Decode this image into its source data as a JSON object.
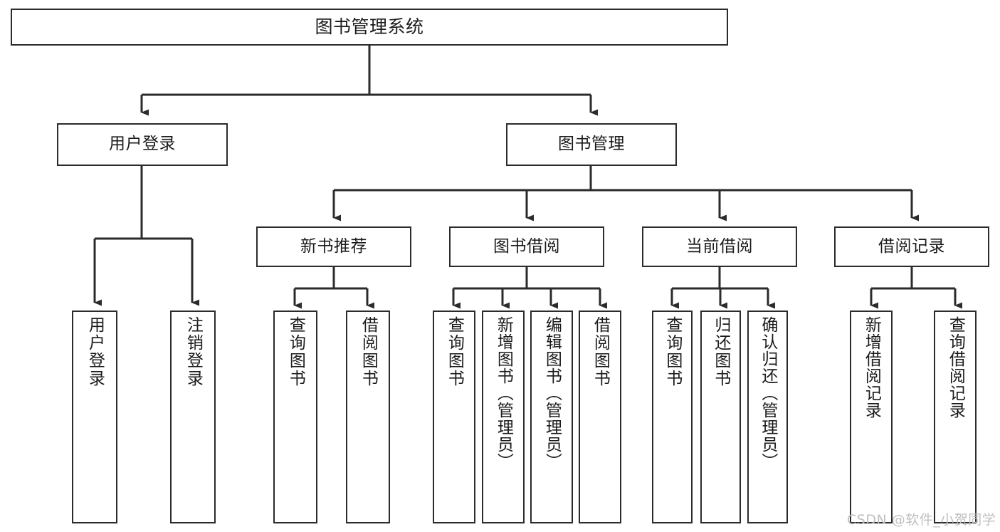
{
  "diagram": {
    "title": "图书管理系统",
    "root": {
      "label": "图书管理系统"
    },
    "level1": [
      {
        "label": "用户登录"
      },
      {
        "label": "图书管理"
      }
    ],
    "level2": [
      {
        "label": "新书推荐"
      },
      {
        "label": "图书借阅"
      },
      {
        "label": "当前借阅"
      },
      {
        "label": "借阅记录"
      }
    ],
    "leaves": {
      "user_login": [
        {
          "label": "用户登录"
        },
        {
          "label": "注销登录"
        }
      ],
      "new_book": [
        {
          "label": "查询图书"
        },
        {
          "label": "借阅图书"
        }
      ],
      "book_borrow": [
        {
          "label": "查询图书"
        },
        {
          "label": "新增图书（管理员）"
        },
        {
          "label": "编辑图书（管理员）"
        },
        {
          "label": "借阅图书"
        }
      ],
      "current_borrow": [
        {
          "label": "查询图书"
        },
        {
          "label": "归还图书"
        },
        {
          "label": "确认归还（管理员）"
        }
      ],
      "borrow_record": [
        {
          "label": "新增借阅记录"
        },
        {
          "label": "查询借阅记录"
        }
      ]
    }
  },
  "watermark": {
    "text": "CSDN @软件_小贺同学"
  },
  "colors": {
    "stroke": "#2b2b2b",
    "text": "#1b1b1b",
    "background": "#ffffff",
    "watermark": "#bfbfbf"
  }
}
